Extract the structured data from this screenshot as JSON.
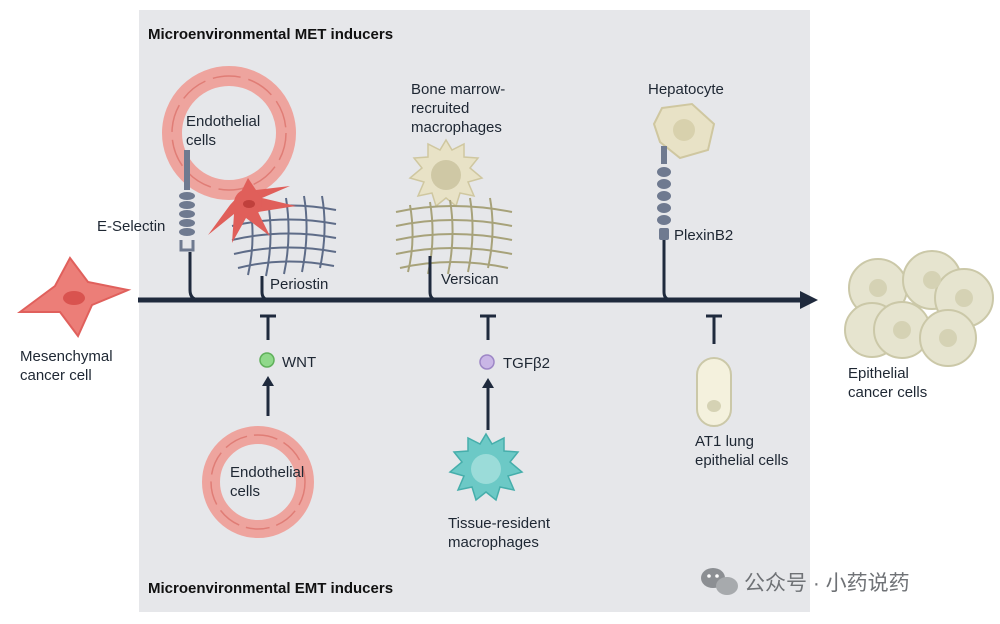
{
  "headings": {
    "met": "Microenvironmental MET inducers",
    "emt": "Microenvironmental EMT inducers"
  },
  "labels": {
    "endothelial_top": [
      "Endothelial",
      "cells"
    ],
    "e_selectin": "E-Selectin",
    "periostin": "Periostin",
    "bone_marrow": [
      "Bone marrow-",
      "recruited",
      "macrophages"
    ],
    "versican": "Versican",
    "hepatocyte": "Hepatocyte",
    "plexinb2": "PlexinB2",
    "mesenchymal": [
      "Mesenchymal",
      "cancer cell"
    ],
    "epithelial": [
      "Epithelial",
      "cancer cells"
    ],
    "wnt": "WNT",
    "tgfb2": "TGFβ2",
    "endothelial_bottom": [
      "Endothelial",
      "cells"
    ],
    "tissue_resident": [
      "Tissue-resident",
      "macrophages"
    ],
    "at1": [
      "AT1 lung",
      "epithelial cells"
    ]
  },
  "watermark": "公众号 · 小药说药",
  "colors": {
    "panel": "#e6e7ea",
    "arrow": "#1f2a3d",
    "endothelial": "#e8867f",
    "cancer_cell": "#ec7e78",
    "wnt": "#8fd98a",
    "tgfb2": "#c9b6e6",
    "tissue_macrophage": "#6cc9c6",
    "bm_macrophage": "#e8e2c6",
    "epithelial": "#e6e4cf",
    "receptor": "#6f7a90"
  },
  "icons": [
    "endothelial-ring",
    "receptor-chain",
    "ecm-mesh",
    "macrophage",
    "hepatocyte",
    "cancer-cell",
    "signal-dot",
    "inhibition-bar",
    "wechat-icon"
  ]
}
